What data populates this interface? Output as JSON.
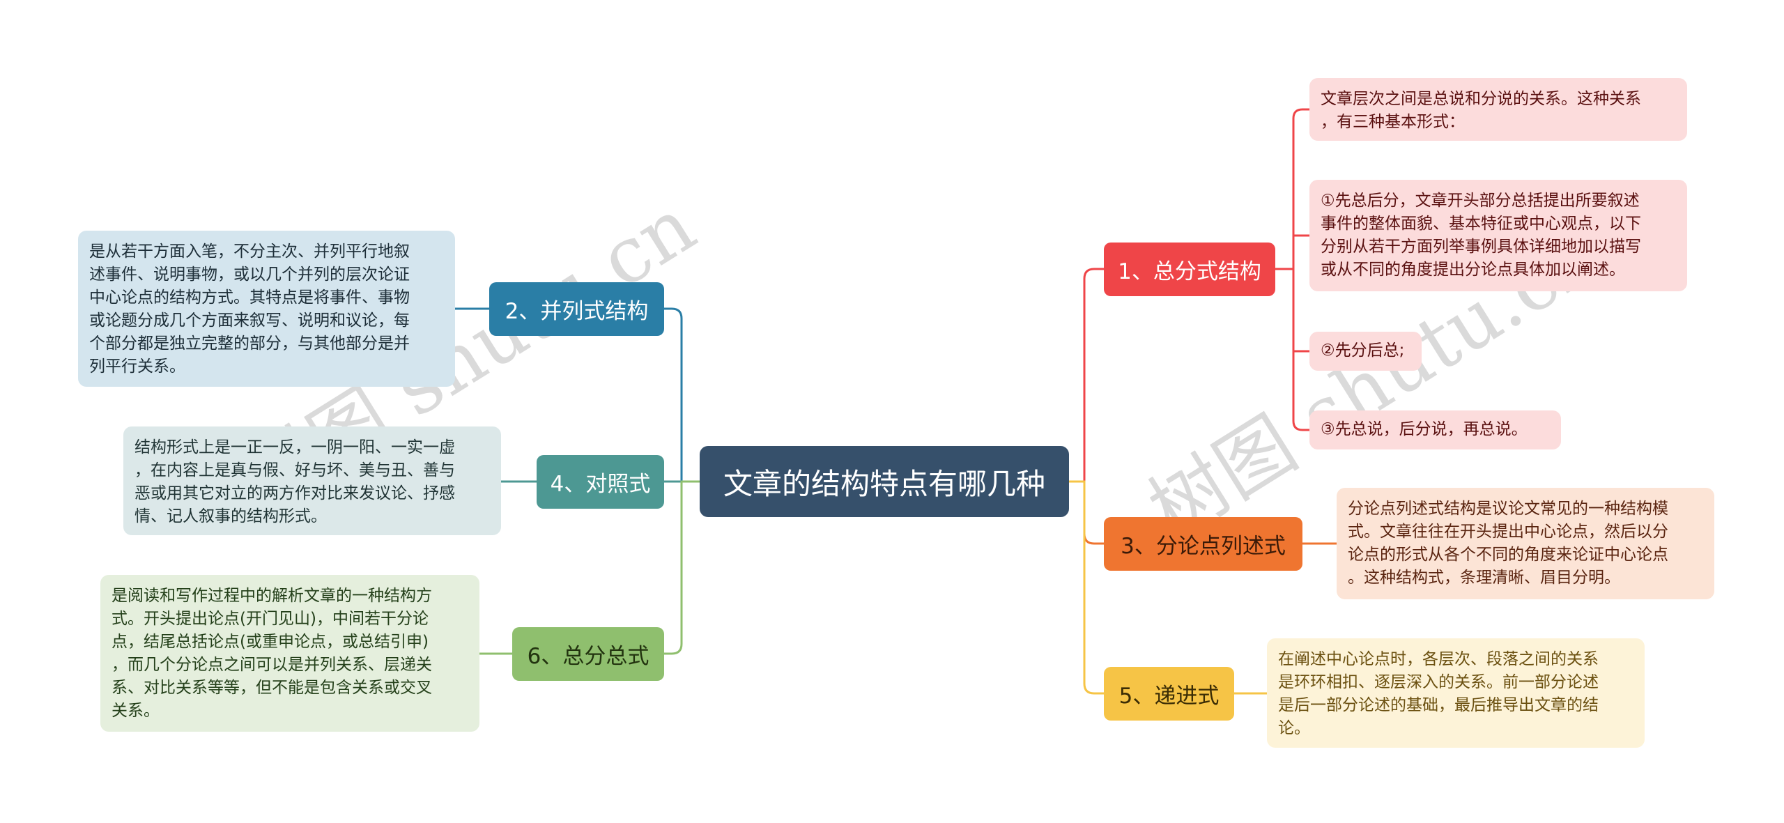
{
  "central": {
    "label": "文章的结构特点有哪几种",
    "color": "#36506b"
  },
  "branches": {
    "b1": {
      "label": "1、总分式结构",
      "color": "#ef4548"
    },
    "b2": {
      "label": "2、并列式结构",
      "color": "#2a7ea6"
    },
    "b3": {
      "label": "3、分论点列述式",
      "color": "#ef7530"
    },
    "b4": {
      "label": "4、对照式",
      "color": "#4d9893"
    },
    "b5": {
      "label": "5、递进式",
      "color": "#f6c446"
    },
    "b6": {
      "label": "6、总分总式",
      "color": "#8fbf6e"
    }
  },
  "leaves": {
    "b1_a": "文章层次之间是总说和分说的关系。这种关系\n，有三种基本形式：",
    "b1_b": "①先总后分，文章开头部分总括提出所要叙述\n事件的整体面貌、基本特征或中心观点，以下\n分别从若干方面列举事例具体详细地加以描写\n或从不同的角度提出分论点具体加以阐述。",
    "b1_c": "②先分后总;",
    "b1_d": "③先总说，后分说，再总说。",
    "b2": "是从若干方面入笔，不分主次、并列平行地叙\n述事件、说明事物，或以几个并列的层次论证\n中心论点的结构方式。其特点是将事件、事物\n或论题分成几个方面来叙写、说明和议论，每\n个部分都是独立完整的部分，与其他部分是并\n列平行关系。",
    "b3": "分论点列述式结构是议论文常见的一种结构模\n式。文章往往在开头提出中心论点，然后以分\n论点的形式从各个不同的角度来论证中心论点\n。这种结构式，条理清晰、眉目分明。",
    "b4": "结构形式上是一正一反，一阴一阳、一实一虚\n，在内容上是真与假、好与坏、美与丑、善与\n恶或用其它对立的两方作对比来发议论、抒感\n情、记人叙事的结构形式。",
    "b5": "在阐述中心论点时，各层次、段落之间的关系\n是环环相扣、逐层深入的关系。前一部分论述\n是后一部分论述的基础，最后推导出文章的结\n论。",
    "b6": "是阅读和写作过程中的解析文章的一种结构方\n式。开头提出论点(开门见山)，中间若干分论\n点，结尾总括论点(或重申论点，或总结引申)\n，而几个分论点之间可以是并列关系、层递关\n系、对比关系等等，但不能是包含关系或交叉\n关系。"
  },
  "watermark": "树图 shutu.cn"
}
